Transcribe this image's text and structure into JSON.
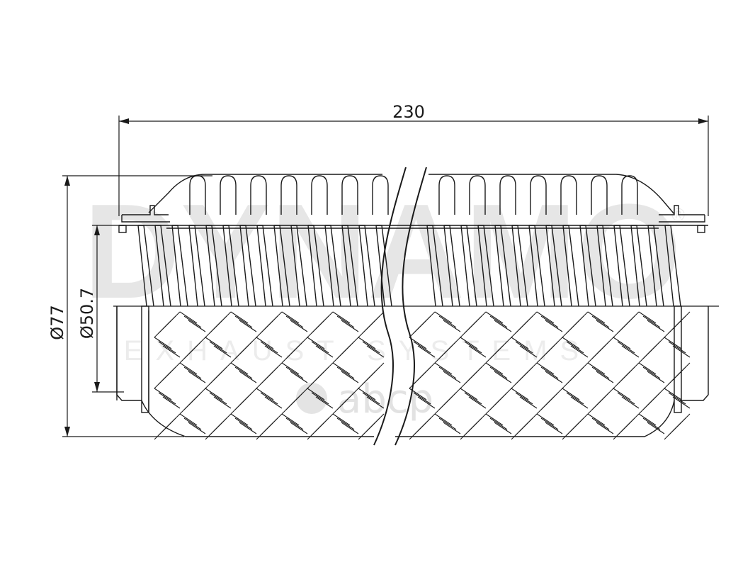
{
  "drawing": {
    "length_label": "230",
    "outer_diameter_label": "Ø77",
    "inner_diameter_label": "Ø50.7"
  },
  "watermark": {
    "brand": "DYNAMO",
    "registered_mark": "®",
    "subtitle": "EXHAUST SYSTEMS",
    "logo_text": "abcp"
  },
  "colors": {
    "line": "#1a1a1a",
    "watermark": "#e6e6e6",
    "background": "#ffffff"
  }
}
